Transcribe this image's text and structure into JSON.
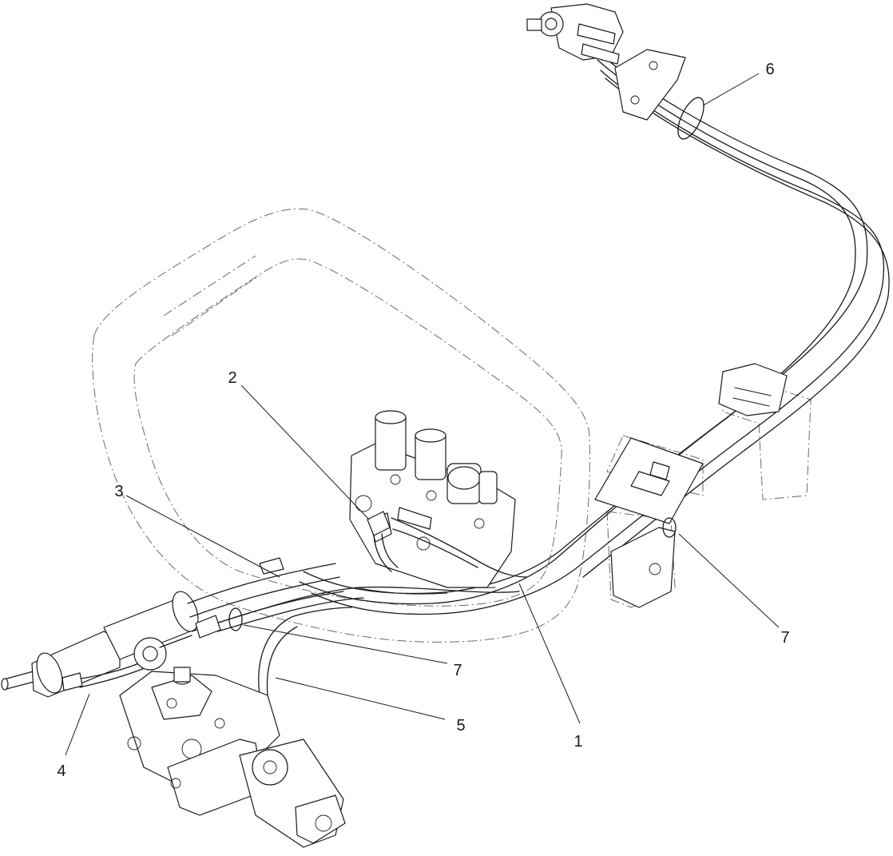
{
  "callouts": {
    "c1": "1",
    "c2": "2",
    "c3": "3",
    "c4": "4",
    "c5": "5",
    "c6": "6",
    "c7a": "7",
    "c7b": "7"
  }
}
